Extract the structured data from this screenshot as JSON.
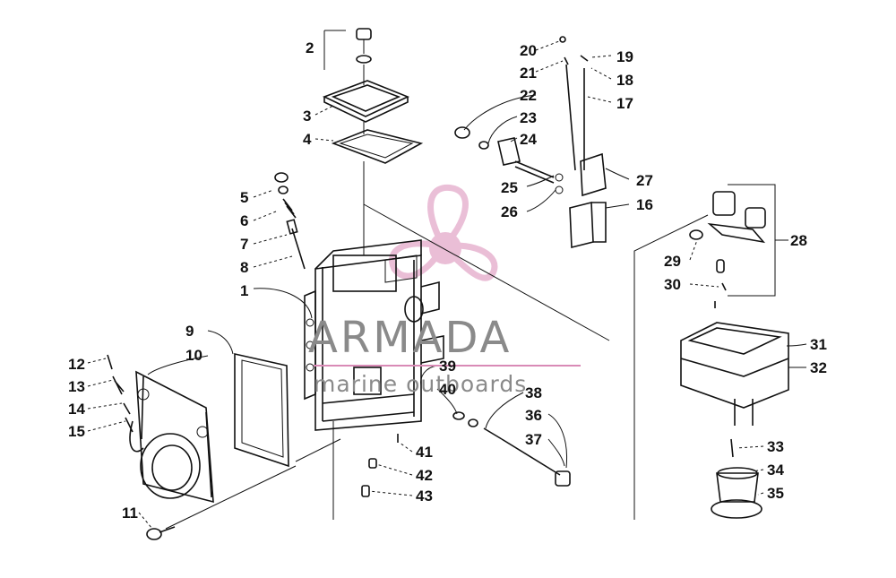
{
  "colors": {
    "ink": "#111111",
    "watermark_gray": "#8a8a8a",
    "watermark_pink": "#d98ab6"
  },
  "watermark": {
    "brand": "ARMADA",
    "tagline": "marine outboards",
    "logo_icon": "propeller-icon"
  },
  "callouts": {
    "c1": "1",
    "c2": "2",
    "c3": "3",
    "c4": "4",
    "c5": "5",
    "c6": "6",
    "c7": "7",
    "c8": "8",
    "c9": "9",
    "c10": "10",
    "c11": "11",
    "c12": "12",
    "c13": "13",
    "c14": "14",
    "c15": "15",
    "c16": "16",
    "c17": "17",
    "c18": "18",
    "c19": "19",
    "c20": "20",
    "c21": "21",
    "c22": "22",
    "c23": "23",
    "c24": "24",
    "c25": "25",
    "c26": "26",
    "c27": "27",
    "c28": "28",
    "c29": "29",
    "c30": "30",
    "c31": "31",
    "c32": "32",
    "c33": "33",
    "c34": "34",
    "c35": "35",
    "c36": "36",
    "c37": "37",
    "c38": "38",
    "c39": "39",
    "c40": "40",
    "c41": "41",
    "c42": "42",
    "c43": "43"
  }
}
